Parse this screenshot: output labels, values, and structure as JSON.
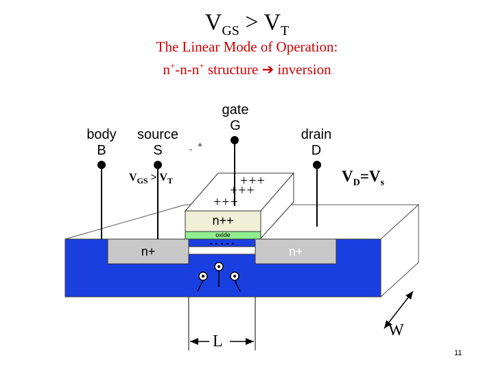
{
  "title": {
    "main": "V",
    "sub1": "GS",
    "op": " > V",
    "sub2": "T"
  },
  "subtitle1": "The Linear Mode of Operation:",
  "subtitle2": {
    "a": "n",
    "sup1": "+",
    "b": "-n-n",
    "sup2": "+",
    "c": " structure ",
    "arrow": "➔",
    "d": " inversion"
  },
  "terminals": {
    "body": {
      "name": "body",
      "letter": "B"
    },
    "source": {
      "name": "source",
      "letter": "S"
    },
    "gate": {
      "name": "gate",
      "letter": "G"
    },
    "drain": {
      "name": "drain",
      "letter": "D"
    }
  },
  "vgs_label": {
    "v": "V",
    "sub1": "GS",
    "op": " > V",
    "sub2": "T"
  },
  "vd_label": {
    "v": "V",
    "sub1": "D",
    "op": "=V",
    "sub2": "s"
  },
  "battery": {
    "minus": "-",
    "plus": "+"
  },
  "gate_charges": [
    "+++",
    "+++",
    "+++"
  ],
  "channel_charges": "- - - - -",
  "regions": {
    "gate": "n++",
    "oxide": "oxide",
    "source": "n+",
    "drain": "n+"
  },
  "dims": {
    "length": "L",
    "width": "W"
  },
  "page_number": "11",
  "colors": {
    "substrate": "#1a3fe0",
    "gate": "#f0f0d8",
    "oxide": "#90ee90",
    "region": "#c8c8c8",
    "subtitle": "#cc0000"
  }
}
